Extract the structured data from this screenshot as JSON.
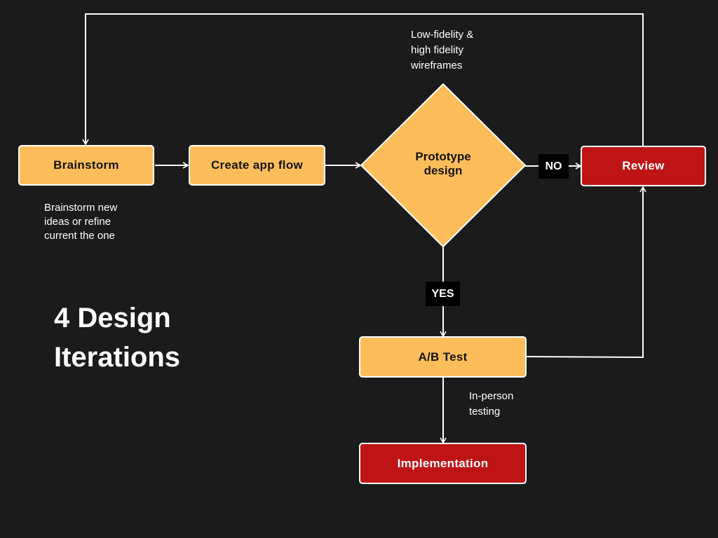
{
  "title": "4 Design\nIterations",
  "nodes": {
    "brainstorm": "Brainstorm",
    "create_app_flow": "Create app flow",
    "prototype_design": "Prototype\ndesign",
    "review": "Review",
    "ab_test": "A/B Test",
    "implementation": "Implementation"
  },
  "branch_labels": {
    "no": "NO",
    "yes": "YES"
  },
  "notes": {
    "brainstorm": "Brainstorm new\nideas or refine\ncurrent the one",
    "prototype": "Low-fidelity &\nhigh fidelity\nwireframes",
    "ab_test": "In-person\ntesting"
  },
  "colors": {
    "background": "#1b1b1b",
    "process_fill": "#febd5b",
    "terminal_fill": "#be1416",
    "outline": "#ffffff",
    "label_fill": "#000000"
  }
}
